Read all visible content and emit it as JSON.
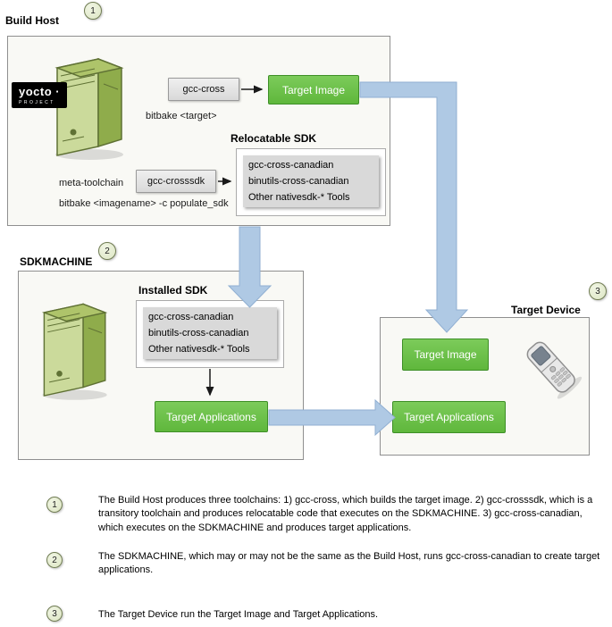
{
  "colors": {
    "green-fill": "#5FB73C",
    "green-fill-light": "#7CCB5A",
    "green-border": "#3E8F27",
    "blue-arrow": "#AFC9E4",
    "blue-arrow-border": "#90AFD2",
    "gray-box": "#D9D9D9",
    "gray-box-light": "#EFEFEF",
    "gray-box-border": "#9A9A9A",
    "panel-bg": "#F9F9F5",
    "panel-border": "#8F8F8F",
    "badge-bg": "#DDE6C4",
    "badge-border": "#6F7B52"
  },
  "badges": {
    "one": "1",
    "two": "2",
    "three": "3"
  },
  "build_host": {
    "title": "Build Host",
    "logo_line1": "yocto ·",
    "logo_line2": "PROJECT",
    "gcc_cross": "gcc-cross",
    "target_image": "Target Image",
    "bitbake_target": "bitbake <target>",
    "relocatable_sdk_title": "Relocatable SDK",
    "sdk_items": [
      "gcc-cross-canadian",
      "binutils-cross-canadian",
      "Other nativesdk-* Tools"
    ],
    "gcc_crosssdk": "gcc-crosssdk",
    "meta_toolchain": "meta-toolchain",
    "bitbake_populate_sdk": "bitbake <imagename> -c populate_sdk"
  },
  "sdkmachine": {
    "title": "SDKMACHINE",
    "installed_sdk_title": "Installed SDK",
    "sdk_items": [
      "gcc-cross-canadian",
      "binutils-cross-canadian",
      "Other nativesdk-* Tools"
    ],
    "target_applications": "Target Applications"
  },
  "target_device": {
    "title": "Target Device",
    "target_image": "Target Image",
    "target_applications": "Target Applications"
  },
  "notes": [
    {
      "num": "1",
      "text": "The Build Host produces three toolchains: 1)  gcc-cross, which builds the target image.  2) gcc-crosssdk, which is a transitory toolchain and produces relocatable code that executes on the SDKMACHINE. 3) gcc-cross-canadian, which executes on the SDKMACHINE and produces target applications."
    },
    {
      "num": "2",
      "text": "The SDKMACHINE, which may or may not be the same as the Build Host, runs gcc-cross-canadian to create target applications."
    },
    {
      "num": "3",
      "text": "The Target Device run the Target Image and Target Applications."
    }
  ]
}
